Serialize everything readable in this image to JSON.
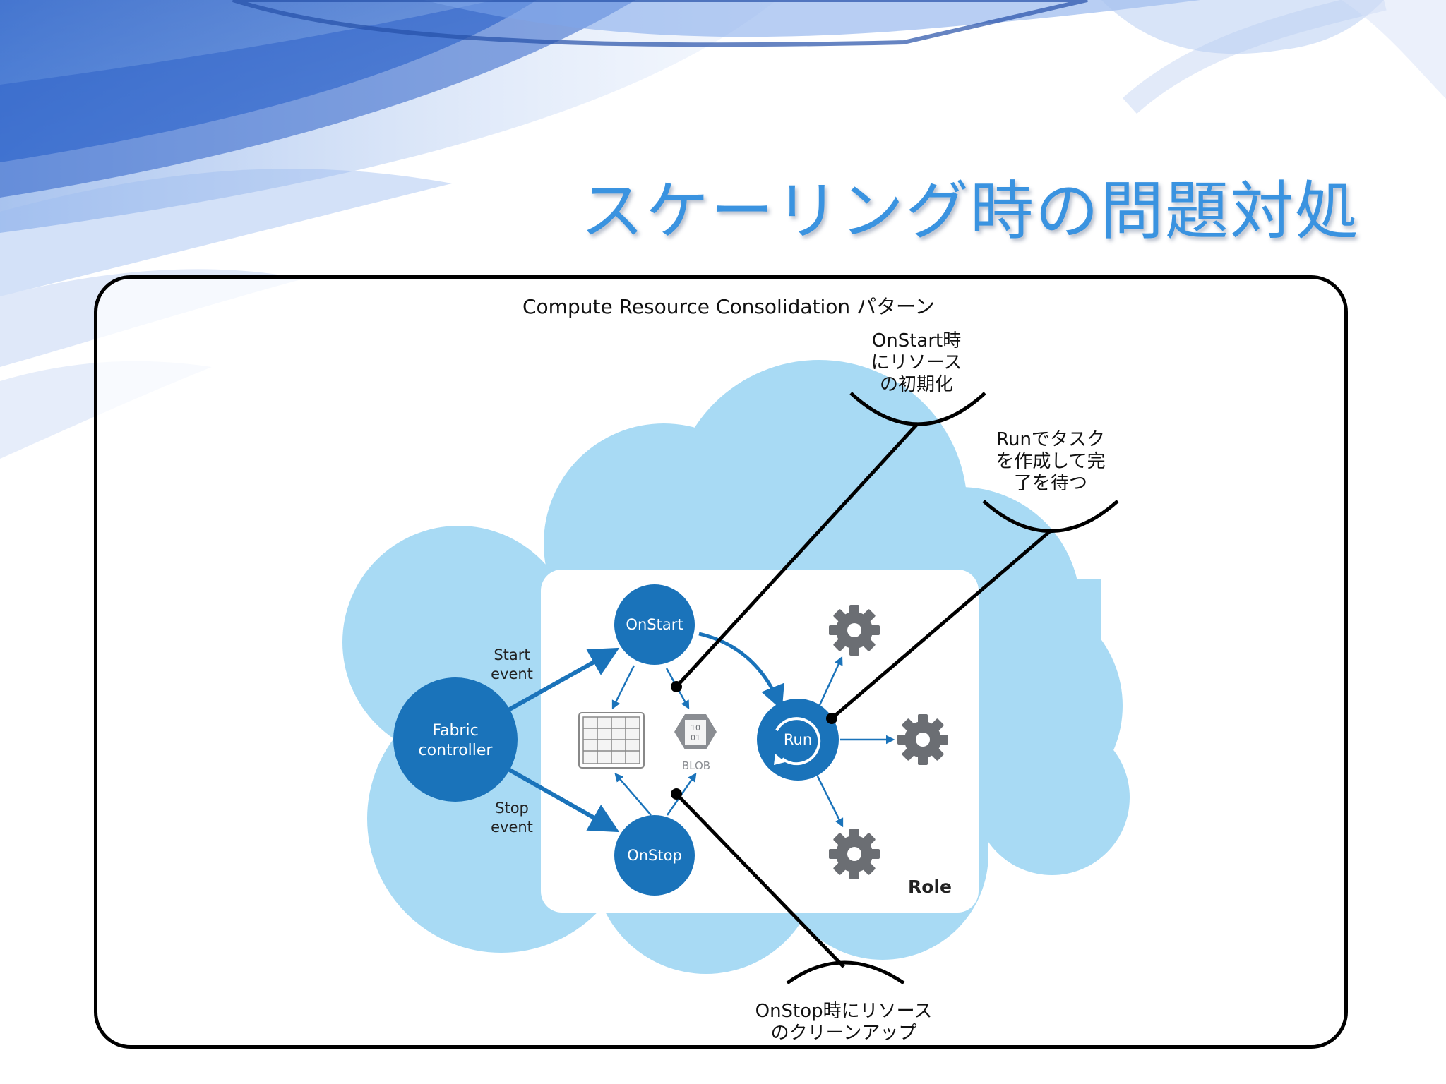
{
  "slide": {
    "title": "スケーリング時の問題対処"
  },
  "diagram": {
    "caption": "Compute Resource Consolidation パターン",
    "nodes": {
      "fabric_line1": "Fabric",
      "fabric_line2": "controller",
      "onstart": "OnStart",
      "onstop": "OnStop",
      "run": "Run",
      "role": "Role",
      "blob": "BLOB",
      "blob_bits": "10\n01"
    },
    "edges": {
      "start_line1": "Start",
      "start_line2": "event",
      "stop_line1": "Stop",
      "stop_line2": "event"
    },
    "callouts": {
      "onstart": [
        "OnStart時",
        "にリソース",
        "の初期化"
      ],
      "run": [
        "Runでタスク",
        "を作成して完",
        "了を待つ"
      ],
      "onstop": [
        "OnStop時にリソース",
        "のクリーンアップ"
      ]
    },
    "colors": {
      "cloud": "#a8daf4",
      "node": "#1a73ba",
      "arrow": "#1a73ba",
      "gear": "#6b6e73",
      "role_box": "#ffffff"
    }
  }
}
